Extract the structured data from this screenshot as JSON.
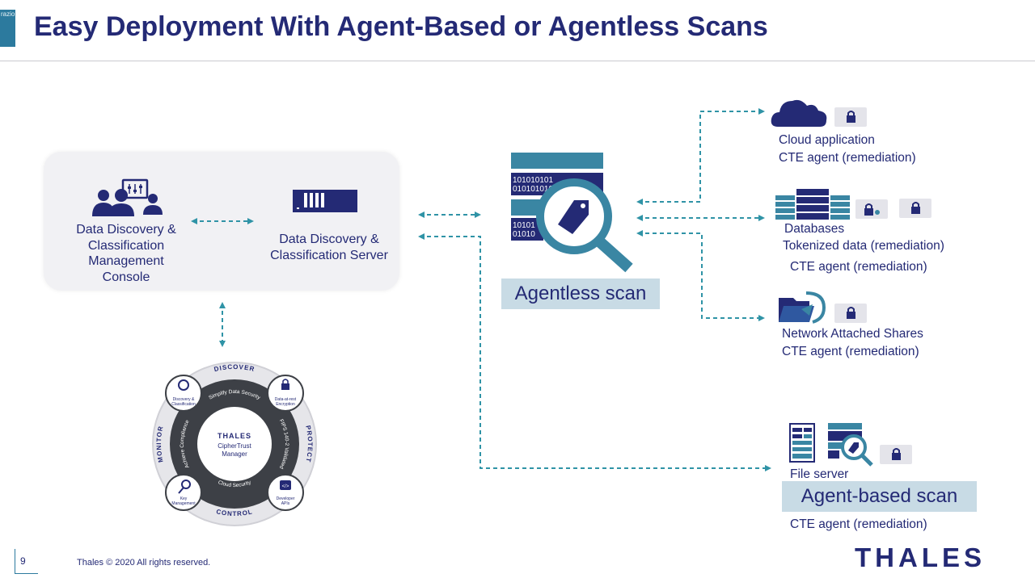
{
  "slide": {
    "title": "Easy Deployment With Agent-Based or Agentless Scans",
    "tab_text": "razio",
    "page_number": "9",
    "footer": "Thales © 2020 All rights reserved.",
    "brand": "THALES"
  },
  "console": {
    "line1": "Data Discovery &",
    "line2": "Classification",
    "line3": "Management",
    "line4": "Console"
  },
  "server": {
    "line1": "Data Discovery &",
    "line2": "Classification Server"
  },
  "agentless": {
    "label": "Agentless scan",
    "bits1": "101010101",
    "bits2": "010101010",
    "bits3": "10101",
    "bits4": "01010"
  },
  "targets": {
    "cloud": {
      "line1": "Cloud application",
      "line2": "CTE agent (remediation)"
    },
    "databases": {
      "line1": "Databases",
      "line2": "Tokenized data (remediation)",
      "line3": "CTE agent (remediation)"
    },
    "nas": {
      "line1": "Network Attached Shares",
      "line2": "CTE agent (remediation)"
    },
    "fileserver": {
      "line1": "File server",
      "scan_label": "Agent-based scan",
      "line2": "CTE agent (remediation)"
    }
  },
  "wheel": {
    "brand": "THALES",
    "product1": "CipherTrust",
    "product2": "Manager",
    "discover": "DISCOVER",
    "protect": "PROTECT",
    "control": "CONTROL",
    "monitor": "MONITOR",
    "ring_top": "Simplify Data Security",
    "ring_right": "FIPS 140-2 Validated",
    "ring_bottom": "Cloud Security",
    "ring_left": "Achieve Compliance",
    "node_tl1": "Discovery &",
    "node_tl2": "Classification",
    "node_tr1": "Data-at-rest",
    "node_tr2": "Encryption",
    "node_bl1": "Key",
    "node_bl2": "Management",
    "node_br1": "Developer",
    "node_br2": "APIs"
  },
  "colors": {
    "navy": "#242a75",
    "teal": "#2f93a6",
    "lightblue": "#c8dbe5",
    "panel": "#f1f1f4"
  },
  "icons": [
    "users-control-icon",
    "server-rack-icon",
    "magnifier-tag-icon",
    "cloud-icon",
    "database-icon",
    "folder-share-icon",
    "file-server-icon",
    "lock-icon",
    "key-icon",
    "code-icon"
  ]
}
